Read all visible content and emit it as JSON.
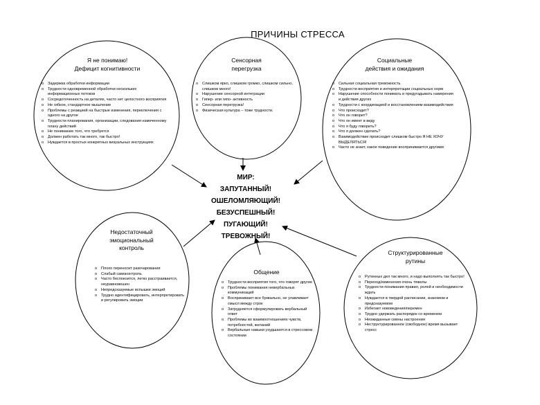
{
  "title": "ПРИЧИНЫ СТРЕССА",
  "center": {
    "lines": [
      "МИР:",
      "ЗАПУТАННЫЙ!",
      "ОШЕЛОМЛЯЮЩИЙ!",
      "БЕЗУСПЕШНЫЙ!",
      "ПУГАЮЩИЙ!",
      "ТРЕВОЖНЫЙ!"
    ]
  },
  "nodes": {
    "cognitive": {
      "title_lines": [
        "Я не понимаю!",
        "Дефицит когнитивности"
      ],
      "items": [
        "Задержка обработки информации",
        "Трудности одновременной обработки нескольких информационных потоков",
        "Сосредоточенность на деталях, часто нет целостного восприятия",
        "Не гибкое, стандартное мышление",
        "Проблемы с реакцией на быстрые изменения, переключения с одного на другое",
        "Трудности планирования, организации, следования намеченному плану действий",
        "Не понимание того, что требуется",
        "Должен работать так много, так быстро!",
        "Нуждается в простых конкретных визуальных инструкциях"
      ]
    },
    "sensory": {
      "title_lines": [
        "Сенсорная",
        "перегрузка"
      ],
      "items": [
        "Слишком ярко, слишком громко, слишком сильно, слишком много!",
        "Нарушение сенсорной интеграции",
        "Гипер- или гипо- активность",
        "Сенсорная перегрузка!",
        "Физическая культура – тоже трудности."
      ]
    },
    "social": {
      "title_lines": [
        "Социальные",
        "действия и ожидания"
      ],
      "items": [
        "Сильная социальная тревожность",
        "Трудности восприятия и интерпретации социальных норм",
        "Нарушение способности понимать и предугадывать намерения и действия других",
        "Трудности с координацией и восстановлением взаимодействия",
        "Что происходит?",
        "Что он говорит?",
        "Что он имеет в виду",
        "Что я буду говорить?",
        "Что я должен сделать?",
        "Взаимодействие происходит слишком быстро Я НЕ ХОЧУ ВЫДЕЛЯТЬСЯ!",
        "Часто не знает, какое поведение воспринимается другими"
      ]
    },
    "emotional": {
      "title_lines": [
        "Недостаточный",
        "эмоциональный",
        "контроль"
      ],
      "items": [
        "Плохо переносит разочарования",
        "Слабый самоконтроль",
        "Часто беспокоится, легко расстраивается, неуравновешен",
        "Непредсказуемые вспышки эмоций",
        "Трудно идентифицировать, интерпретировать и регулировать эмоции"
      ]
    },
    "communication": {
      "title_lines": [
        "Общение"
      ],
      "items": [
        "Трудности восприятия того, что говорят другие",
        "Проблемы понимания невербальных коммуникаций",
        "Воспринимает все буквально, не улавливает смысл между строк",
        "Затрудняется сформулировать вербальный ответ",
        "Проблемы во взаимоотношениях чувств, потребностей, желаний",
        "Вербальные навыки ухудшаются в стрессовом состоянии"
      ]
    },
    "routine": {
      "title_lines": [
        "Структурированные",
        "рутины"
      ],
      "items": [
        "Рутинных дел так много, и надо выполнять так быстро!",
        "Переход/изменения очень тяжелы",
        "Трудности понимания правил, ролей и необходимости ждать",
        "Нуждается в твердой расписании, знакомом и предсказуемом",
        "Избегает нововедения/перемен",
        "Трудно удержать распорядок со временем",
        "Неожиданные смены настроения",
        "Неструктурированное (свободное) время вызывает стресс"
      ]
    }
  }
}
